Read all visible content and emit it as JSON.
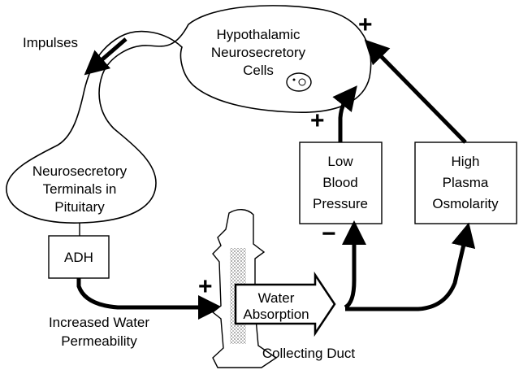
{
  "cell": {
    "line1": "Hypothalamic",
    "line2": "Neurosecretory",
    "line3": "Cells"
  },
  "impulses": "Impulses",
  "terminals": {
    "line1": "Neurosecretory",
    "line2": "Terminals in",
    "line3": "Pituitary"
  },
  "adh": "ADH",
  "permeability": {
    "line1": "Increased Water",
    "line2": "Permeability"
  },
  "absorption": {
    "line1": "Water",
    "line2": "Absorption"
  },
  "duct": "Collecting Duct",
  "low_bp": {
    "line1": "Low",
    "line2": "Blood",
    "line3": "Pressure"
  },
  "osmolarity": {
    "line1": "High",
    "line2": "Plasma",
    "line3": "Osmolarity"
  },
  "signs": {
    "top_right": "+",
    "low_bp_out": "+",
    "duct_in": "+",
    "low_bp_in": "−"
  }
}
